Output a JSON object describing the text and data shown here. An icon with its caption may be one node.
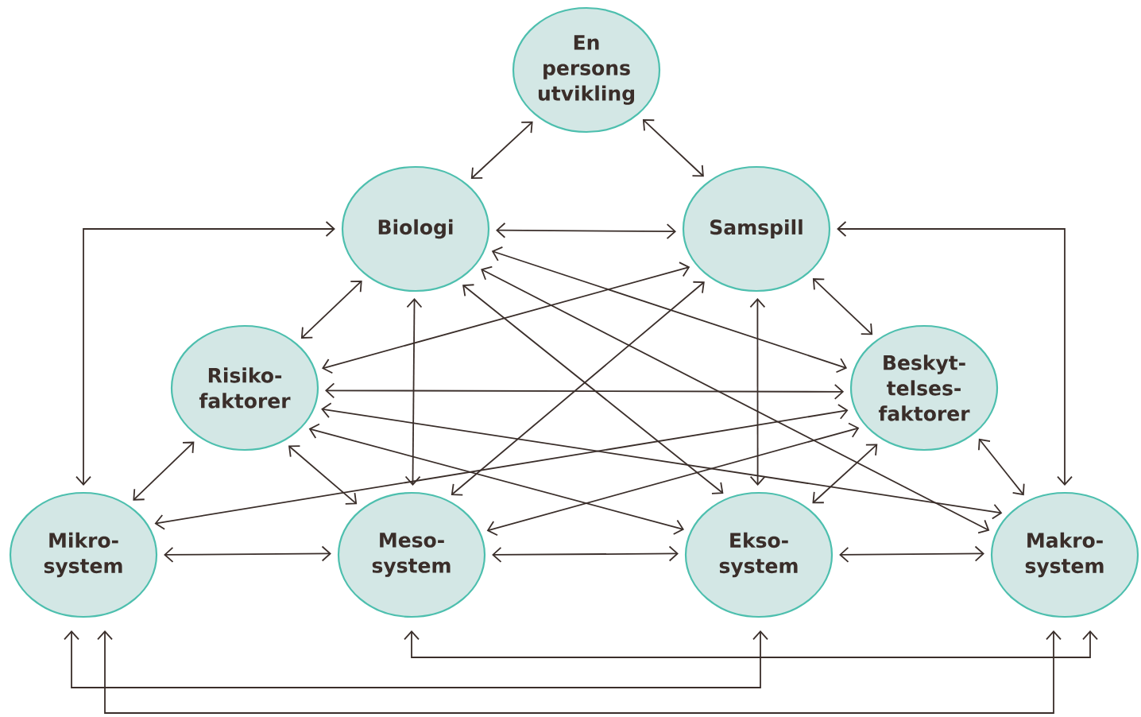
{
  "diagram": {
    "nodes": [
      {
        "text": [
          "En persons utvikling"
        ]
      },
      {
        "text": [
          "Biologi"
        ]
      },
      {
        "text": [
          "Samspill"
        ]
      },
      {
        "text": [
          "Risiko- faktorer"
        ]
      },
      {
        "text": [
          "Beskyt- telses- faktorer"
        ]
      },
      {
        "text": [
          "Mikro- system"
        ]
      },
      {
        "text": [
          "Meso- system"
        ]
      },
      {
        "text": [
          "Ekso- system"
        ]
      },
      {
        "text": [
          "Makro- system"
        ]
      }
    ],
    "edges": [
      {
        "from": 0,
        "to": 1,
        "arrow": "both"
      },
      {
        "from": 0,
        "to": 2,
        "arrow": "both"
      },
      {
        "from": 1,
        "to": 2,
        "arrow": "both"
      },
      {
        "from": 1,
        "to": 5,
        "arrow": "both"
      },
      {
        "from": 2,
        "to": 8,
        "arrow": "both"
      },
      {
        "from": 1,
        "to": 3,
        "arrow": "both"
      },
      {
        "from": 2,
        "to": 4,
        "arrow": "both"
      },
      {
        "from": 1,
        "to": 6,
        "arrow": "both"
      },
      {
        "from": 2,
        "to": 7,
        "arrow": "both"
      },
      {
        "from": 1,
        "to": 4,
        "arrow": "both"
      },
      {
        "from": 1,
        "to": 8,
        "arrow": "both"
      },
      {
        "from": 1,
        "to": 7,
        "arrow": "both"
      },
      {
        "from": 2,
        "to": 3,
        "arrow": "both"
      },
      {
        "from": 2,
        "to": 6,
        "arrow": "both"
      },
      {
        "from": 3,
        "to": 4,
        "arrow": "both"
      },
      {
        "from": 3,
        "to": 8,
        "arrow": "both"
      },
      {
        "from": 3,
        "to": 7,
        "arrow": "both"
      },
      {
        "from": 4,
        "to": 5,
        "arrow": "both"
      },
      {
        "from": 4,
        "to": 6,
        "arrow": "both"
      },
      {
        "from": 3,
        "to": 5,
        "arrow": "both"
      },
      {
        "from": 3,
        "to": 6,
        "arrow": "both"
      },
      {
        "from": 4,
        "to": 7,
        "arrow": "both"
      },
      {
        "from": 4,
        "to": 8,
        "arrow": "both"
      },
      {
        "from": 5,
        "to": 6,
        "arrow": "both"
      },
      {
        "from": 6,
        "to": 7,
        "arrow": "both"
      },
      {
        "from": 7,
        "to": 8,
        "arrow": "both"
      },
      {
        "from": 6,
        "to": 8,
        "arrow": "both"
      },
      {
        "from": 7,
        "to": 5,
        "arrow": "both"
      },
      {
        "from": 5,
        "to": 8,
        "arrow": "both"
      }
    ]
  }
}
